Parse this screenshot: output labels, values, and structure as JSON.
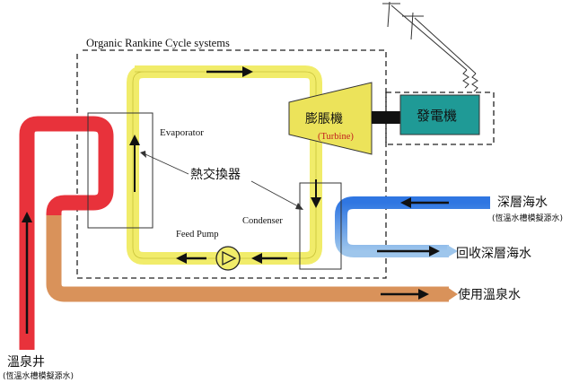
{
  "title": "Organic Rankine Cycle systems",
  "labels": {
    "evaporator": "Evaporator",
    "heat_exchanger": "熱交換器",
    "condenser": "Condenser",
    "feed_pump": "Feed Pump",
    "expander": "膨脹機",
    "turbine": "(Turbine)",
    "generator": "發電機",
    "deep_sea_water": "深層海水",
    "deep_sea_water_note": "(恆溫水槽模擬源水)",
    "recovered_sea_water": "回收深層海水",
    "used_hot_spring": "使用溫泉水",
    "hot_spring_well": "溫泉井",
    "hot_spring_well_note": "(恆溫水槽模擬源水)"
  },
  "colors": {
    "hot_pipe": "#e8323b",
    "warm_pipe": "#d9925a",
    "cycle_pipe": "#f1ec6a",
    "cold_pipe": "#2f76e2",
    "cold_pipe_light": "#9ec6ec",
    "turbine": "#ece35a",
    "generator": "#1f9a96",
    "shaft": "#111111",
    "arrow": "#111111"
  }
}
